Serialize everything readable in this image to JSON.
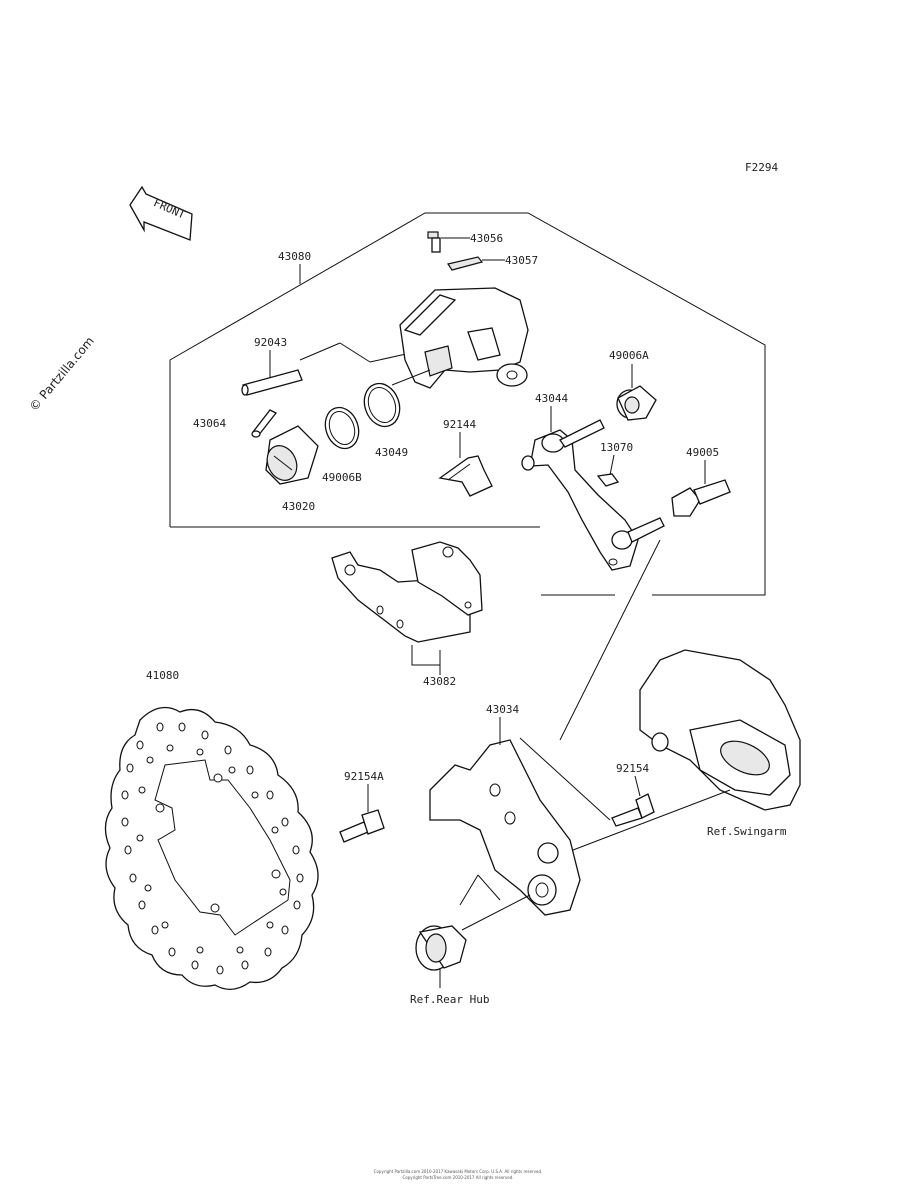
{
  "diagram_id": "F2294",
  "front_arrow": "FRONT",
  "watermark": "© Partzilla.com",
  "parts": {
    "p43056": "43056",
    "p43057": "43057",
    "p43080": "43080",
    "p92043": "92043",
    "p49006A": "49006A",
    "p43064": "43064",
    "p43049": "43049",
    "p92144": "92144",
    "p43044": "43044",
    "p13070": "13070",
    "p49005": "49005",
    "p49006B": "49006B",
    "p43020": "43020",
    "p43082": "43082",
    "p41080": "41080",
    "p43034": "43034",
    "p92154A": "92154A",
    "p92154": "92154"
  },
  "references": {
    "swingarm": "Ref.Swingarm",
    "rear_hub": "Ref.Rear Hub"
  },
  "footer": {
    "line1": "Copyright Partzilla.com 2010-2017 Kawasaki Motors Corp. U.S.A. All rights reserved.",
    "line2": "Copyright PartsTree.com 2010-2017 All rights reserved."
  }
}
